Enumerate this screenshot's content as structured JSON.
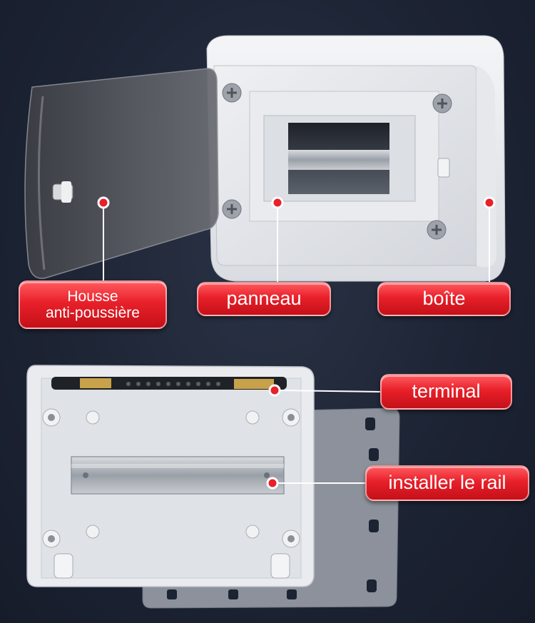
{
  "labels": {
    "housse": "Housse\nanti-poussière",
    "panneau": "panneau",
    "boite": "boîte",
    "terminal": "terminal",
    "rail": "installer le rail"
  },
  "colors": {
    "background": "#1c2333",
    "label_red": "#e8202a",
    "leader_line": "#ffffff",
    "marker": "#e8202a"
  }
}
